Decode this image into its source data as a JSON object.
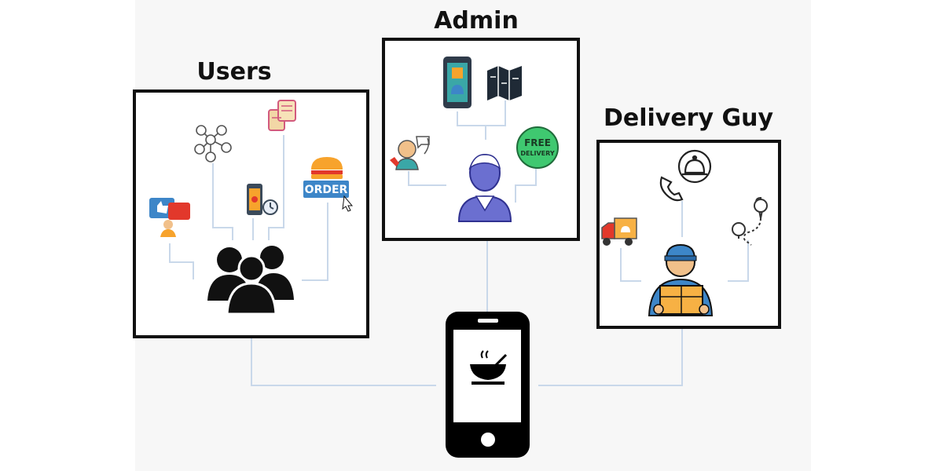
{
  "groups": {
    "users": {
      "title": "Users",
      "badge_text": "ORDER"
    },
    "admin": {
      "title": "Admin",
      "badge_line1": "FREE",
      "badge_line2": "DELIVERY"
    },
    "delivery": {
      "title": "Delivery Guy"
    }
  },
  "colors": {
    "connector": "#c9d8ea",
    "frame": "#111111",
    "background_panel": "#f6f6f6",
    "admin_person": "#6b6fd0",
    "free_delivery": "#3fc870",
    "order_banner": "#3d86c8",
    "burger_bun": "#f7a32c",
    "delivery_box": "#f7b144",
    "truck_red": "#e2382b"
  },
  "icons": {
    "users": [
      "people-group-icon",
      "network-people-icon",
      "receipt-scroll-icon",
      "thumbs-up-chat-icon",
      "phone-timer-icon",
      "burger-order-icon"
    ],
    "admin": [
      "admin-person-icon",
      "phone-menu-icon",
      "map-folded-icon",
      "customer-support-icon",
      "free-delivery-badge-icon"
    ],
    "delivery": [
      "delivery-man-icon",
      "phone-bell-icon",
      "route-pins-icon",
      "delivery-truck-icon"
    ],
    "center": [
      "food-app-phone-icon",
      "bowl-icon"
    ]
  }
}
